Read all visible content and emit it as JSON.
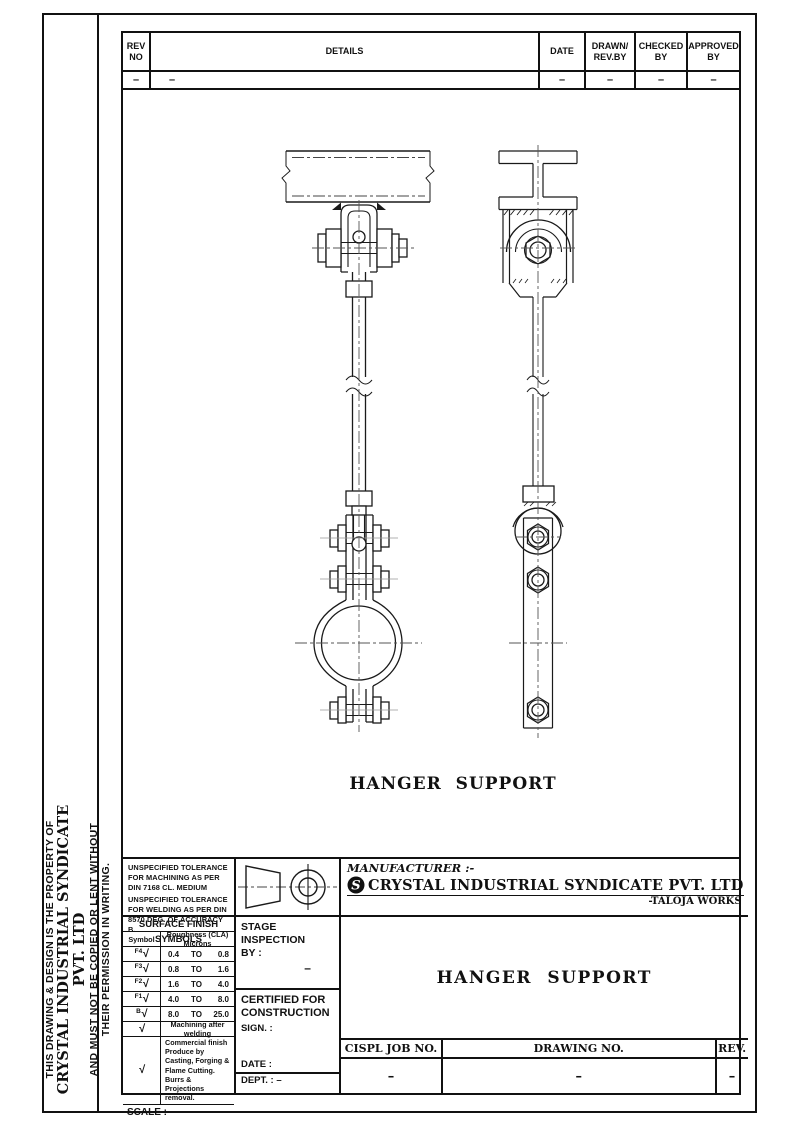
{
  "doc": {
    "property_note": {
      "l1": "THIS DRAWING & DESIGN IS THE PROPERTY OF",
      "l2": "CRYSTAL INDUSTRIAL SYNDICATE PVT. LTD",
      "l3": "AND MUST NOT BE COPIED OR LENT WITHOUT",
      "l4": "THEIR PERMISSION IN WRITING."
    }
  },
  "rev_table": {
    "h_rev": "REV\nNO",
    "h_details": "DETAILS",
    "h_date": "DATE",
    "h_drawn": "DRAWN/\nREV.BY",
    "h_checked": "CHECKED\nBY",
    "h_approved": "APPROVED\nBY",
    "v_rev": "–",
    "v_details": "–",
    "v_date": "–",
    "v_drawn": "–",
    "v_checked": "–",
    "v_approved": "–"
  },
  "drawing": {
    "caption": "HANGER SUPPORT"
  },
  "title_block": {
    "tol1": "UNSPECIFIED TOLERANCE FOR MACHINING AS PER DIN 7168 CL. MEDIUM",
    "tol2": "UNSPECIFIED TOLERANCE FOR WELDING AS PER DIN 8570 DEG. OF ACCURACY B.",
    "sfs": {
      "title": "SURFACE FINISH SYMBOLS",
      "col_symbol": "Symbol",
      "col_rough": "Roughness (CLA) Microns",
      "check": "√",
      "rows": [
        {
          "s": "F4",
          "a": "0.4",
          "t": "TO",
          "b": "0.8"
        },
        {
          "s": "F3",
          "a": "0.8",
          "t": "TO",
          "b": "1.6"
        },
        {
          "s": "F2",
          "a": "1.6",
          "t": "TO",
          "b": "4.0"
        },
        {
          "s": "F1",
          "a": "4.0",
          "t": "TO",
          "b": "8.0"
        },
        {
          "s": "B",
          "a": "8.0",
          "t": "TO",
          "b": "25.0"
        }
      ],
      "note1": "Machining after welding",
      "note2": "Commercial finish Produce by Casting, Forging & Flame Cutting. Burrs & Projections removal."
    },
    "scale": "SCALE : –",
    "stage": {
      "title": "STAGE\nINSPECTION\nBY :",
      "value": "–"
    },
    "certified": {
      "title": "CERTIFIED FOR\nCONSTRUCTION",
      "sign": "SIGN. :",
      "date": "DATE :"
    },
    "dept": "DEPT. :  –",
    "manufacturer": {
      "label": "MANUFACTURER :-",
      "logo_letter": "S",
      "name": "CRYSTAL INDUSTRIAL SYNDICATE PVT. LTD",
      "works": "-TALOJA WORKS"
    },
    "part_title": "HANGER SUPPORT",
    "refs": {
      "job_label": "CISPL JOB NO.",
      "dwg_label": "DRAWING NO.",
      "rev_label": "REV.",
      "job_value": "–",
      "dwg_value": "–",
      "rev_value": "–"
    }
  }
}
